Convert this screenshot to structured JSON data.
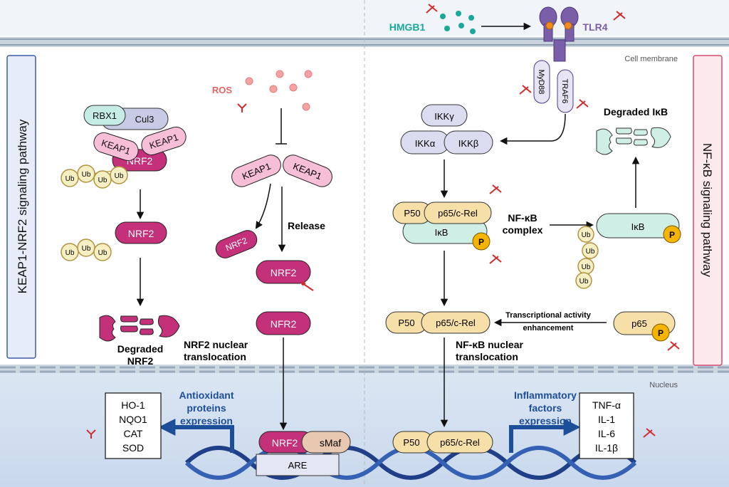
{
  "panels": {
    "left": "KEAP1-NRF2 signaling pathway",
    "right": "NF-κB signaling pathway"
  },
  "compartments": {
    "membrane": "Cell membrane",
    "nucleus": "Nucleus"
  },
  "keap1_nrf2": {
    "rbx1": "RBX1",
    "cul3": "Cul3",
    "keap1": "KEAP1",
    "nrf2": "NRF2",
    "ub": "Ub",
    "degraded_nrf2": [
      "Degraded",
      "NRF2"
    ],
    "ros": "ROS",
    "release": "Release",
    "nfr2": "NFR2",
    "nuclear_translocation": [
      "NRF2 nuclear",
      "translocation"
    ],
    "smaf": "sMaf",
    "are": "ARE",
    "antioxidant_label": [
      "Antioxidant",
      "proteins",
      "expression"
    ],
    "antioxidant_genes": [
      "HO-1",
      "NQO1",
      "CAT",
      "SOD"
    ]
  },
  "nfkb": {
    "hmgb1": "HMGB1",
    "tlr4": "TLR4",
    "myd88": "MyD88",
    "traf6": "TRAF6",
    "ikk_gamma": "IKKγ",
    "ikk_alpha": "IKKα",
    "ikk_beta": "IKKβ",
    "degraded_ikb": "Degraded IκB",
    "p50": "P50",
    "p65_crel": "p65/c-Rel",
    "ikb": "IκB",
    "phospho": "P",
    "complex_label": [
      "NF-κB",
      "complex"
    ],
    "transcriptional_label": [
      "Transcriptional activity",
      "enhancement"
    ],
    "p65": "p65",
    "nuclear_translocation": [
      "NF-κB nuclear",
      "translocation"
    ],
    "inflammatory_label": [
      "Inflammatory",
      "factors",
      "expression"
    ],
    "inflammatory_genes": [
      "TNF-α",
      "IL-1",
      "IL-6",
      "IL-1β"
    ]
  },
  "colors": {
    "nrf2": "#c4307a",
    "keap1": "#f7bfd7",
    "ub": "#f7efc4",
    "ikk": "#dcdcf0",
    "ikb": "#cfeee6",
    "p50": "#f7dfa8",
    "phospho": "#f5b400",
    "arrow_blue": "#1d4e99",
    "dna": "#1f3f88",
    "inhibitor": "#d12b2b",
    "hmgb1": "#1aa89a",
    "tlr4": "#7a5fa8"
  }
}
